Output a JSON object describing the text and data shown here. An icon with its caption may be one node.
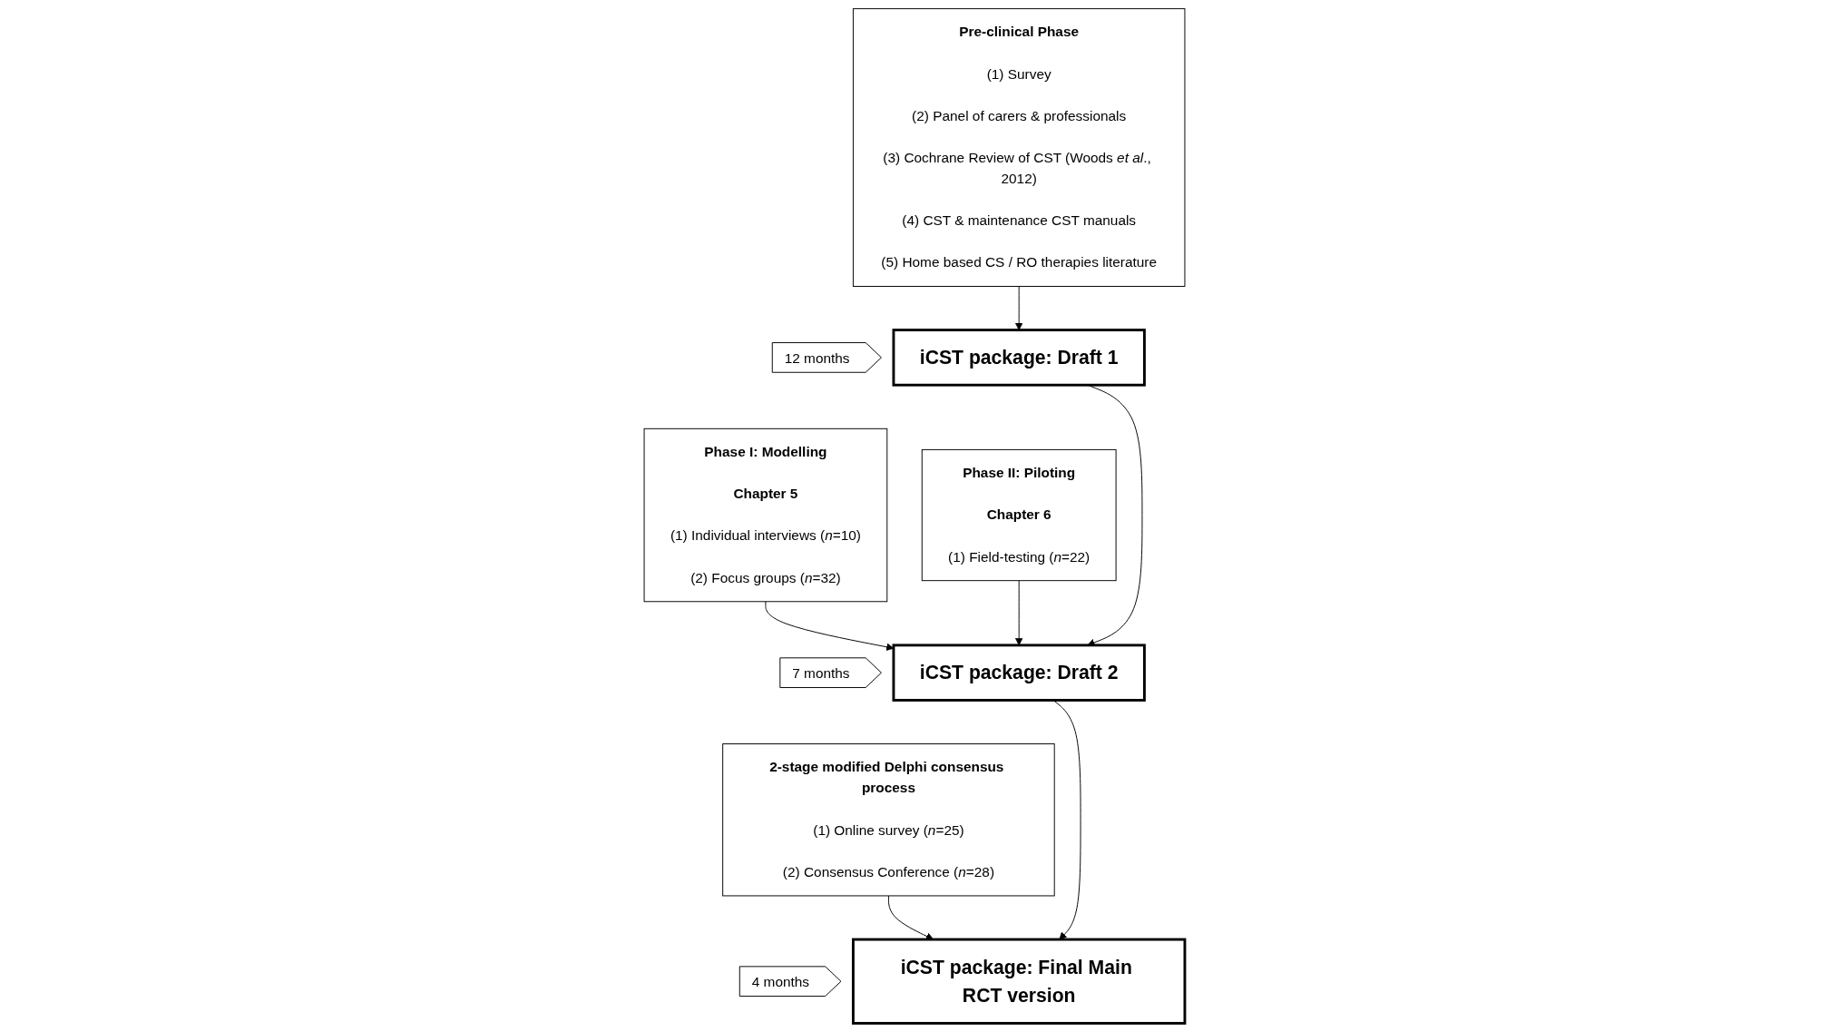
{
  "diagram": {
    "nodes": [
      {
        "text": [
          "Pre-clinical Phase",
          "(1) Survey",
          "(2) Panel of carers & professionals",
          "(3) Cochrane Review of CST (Woods *et al*., 2012)",
          "(4) CST & maintenance CST manuals",
          "(5) Home based CS / RO therapies literature"
        ]
      },
      {
        "text": [
          "Phase I: Modelling",
          "Chapter 5",
          "(1) Individual interviews (*n*=10)",
          "(2) Focus groups (*n*=32)"
        ]
      },
      {
        "text": [
          "Phase II: Piloting",
          "Chapter 6",
          "(1) Field-testing (*n*=22)"
        ]
      },
      {
        "text": [
          "2-stage modified Delphi consensus process",
          "(1) Online survey (*n*=25)",
          "(2) Consensus Conference (*n*=28)"
        ]
      },
      {
        "text": [
          "iCST package: Draft 1"
        ],
        "beside": [
          "12 months"
        ]
      },
      {
        "text": [
          "iCST package: Draft 2"
        ],
        "beside": [
          "7 months"
        ]
      },
      {
        "text": [
          "iCST package: Final Main RCT version"
        ],
        "beside": [
          "4 months"
        ]
      }
    ],
    "edges": [
      {
        "from": 0,
        "to": 4,
        "arrow": "to"
      },
      {
        "from": 1,
        "to": 5,
        "arrow": "to"
      },
      {
        "from": 2,
        "to": 5,
        "arrow": "to"
      },
      {
        "from": 3,
        "to": 6,
        "arrow": "to"
      },
      {
        "from": 4,
        "to": 5,
        "arrow": "to"
      },
      {
        "from": 5,
        "to": 6,
        "arrow": "to"
      }
    ]
  }
}
